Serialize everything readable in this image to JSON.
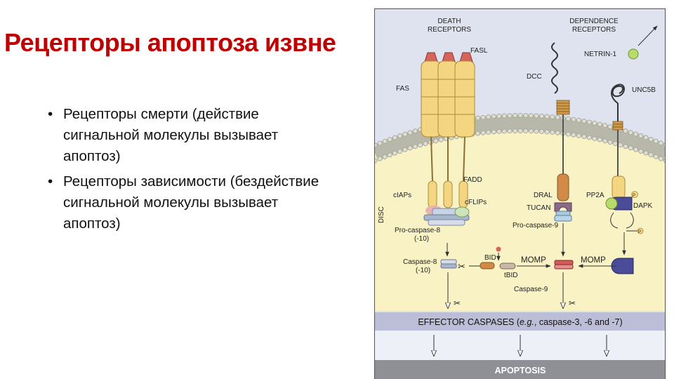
{
  "slide": {
    "title": "Рецепторы апоптоза извне",
    "bullet_glyph": "•",
    "bullets": [
      "Рецепторы смерти (действие сигнальной молекулы вызывает апоптоз)",
      "Рецепторы зависимости (бездействие сигнальной молекулы вызывает апоптоз)"
    ]
  },
  "diagram": {
    "death_receptors": [
      "DEATH",
      "RECEPTORS"
    ],
    "dependence_receptors": [
      "DEPENDENCE",
      "RECEPTORS"
    ],
    "netrin": "NETRIN-1",
    "fasl": "FASL",
    "fas": "FAS",
    "dcc": "DCC",
    "unc5b": "UNC5B",
    "fadd": "FADD",
    "ciaps": "cIAPs",
    "cflips": "cFLIPs",
    "disc": "DISC",
    "dral": "DRAL",
    "tucan": "TUCAN",
    "pp2a": "PP2A",
    "dapk": "DAPK",
    "p1": "P",
    "p2": "P",
    "procaspase8": [
      "Pro-caspase-8",
      "(-10)"
    ],
    "procaspase9": "Pro-caspase-9",
    "caspase8": [
      "Caspase-8",
      "(-10)"
    ],
    "bid": "BID",
    "tbid": "tBID",
    "momp1": "MOMP",
    "momp2": "MOMP",
    "caspase9": "Caspase-9",
    "effector_main": "EFFECTOR CASPASES (",
    "effector_eg": "e.g.",
    "effector_rest": ", caspase-3, -6 and -7)",
    "apoptosis": "APOPTOSIS"
  },
  "colors": {
    "title": "#c00000",
    "cytoplasm": "#f8f2c4",
    "background": "#dfe2ef",
    "band": "#bcbdd6",
    "apoptosis_band": "#8f9096",
    "receptor_yellow": "#f4d682",
    "ligand_red": "#d6645a",
    "membrane_head": "#d8d8cc"
  }
}
